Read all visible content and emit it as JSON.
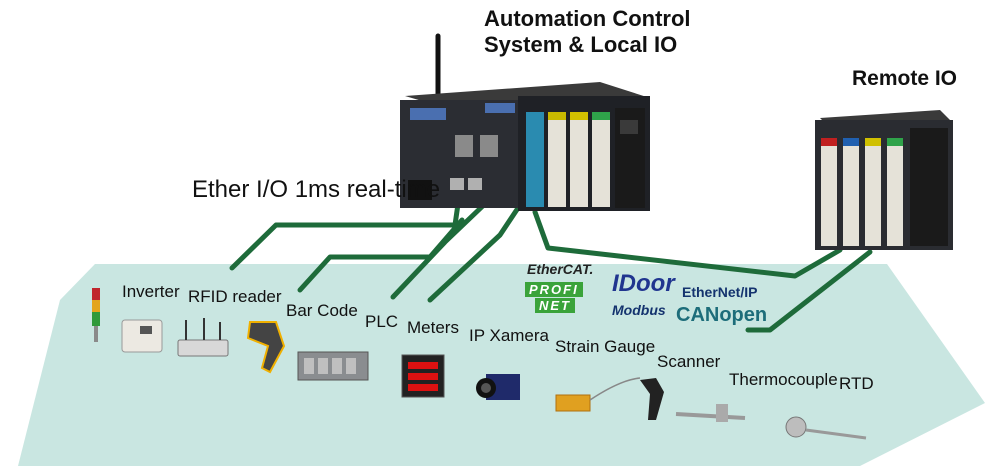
{
  "header": {
    "main_line1": "Automation Control",
    "main_line2": "System & Local IO",
    "remote": "Remote IO",
    "ether": "Ether I/O 1ms real-time"
  },
  "devices": [
    {
      "label": "Inverter",
      "icon": "inverter-icon"
    },
    {
      "label": "RFID reader",
      "icon": "rfid-reader-icon"
    },
    {
      "label": "Bar Code",
      "icon": "barcode-scanner-icon"
    },
    {
      "label": "PLC",
      "icon": "plc-icon"
    },
    {
      "label": "Meters",
      "icon": "meter-icon"
    },
    {
      "label": "IP Xamera",
      "icon": "ip-camera-icon"
    },
    {
      "label": "Strain Gauge",
      "icon": "strain-gauge-icon"
    },
    {
      "label": "Scanner",
      "icon": "scanner-icon"
    },
    {
      "label": "Thermocouple",
      "icon": "thermocouple-icon"
    },
    {
      "label": "RTD",
      "icon": "rtd-icon"
    }
  ],
  "protocols": {
    "ethercat": "EtherCAT.",
    "profinet_1": "PROFI",
    "profinet_2": "NET",
    "idoor": "IDoor",
    "ethernetip": "EtherNet/IP",
    "modbus": "Modbus",
    "canopen": "CANopen"
  },
  "colors": {
    "platform": "#c9e6e1",
    "cable": "#1e6b3a",
    "ethercat_red": "#d21d1d",
    "profinet_green": "#3aa33a",
    "idoor_blue": "#20358f",
    "ethernetip_navy": "#14336e",
    "canopen_teal": "#1d6d7a",
    "modbus_gold": "#d4a017"
  }
}
